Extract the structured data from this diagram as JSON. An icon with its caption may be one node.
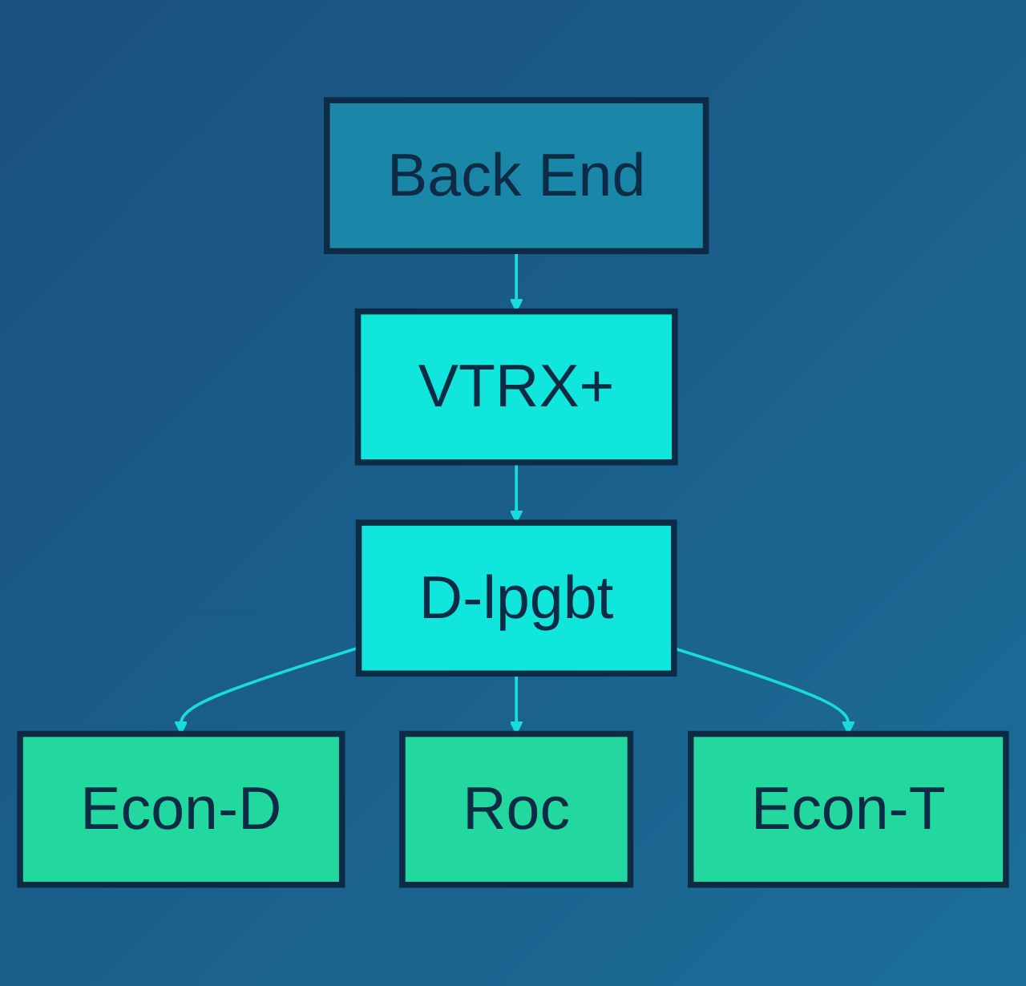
{
  "diagram": {
    "nodes": [
      {
        "text": [
          "Back End"
        ]
      },
      {
        "text": [
          "VTRX+"
        ]
      },
      {
        "text": [
          "D-lpgbt"
        ]
      },
      {
        "text": [
          "Econ-D"
        ]
      },
      {
        "text": [
          "Roc"
        ]
      },
      {
        "text": [
          "Econ-T"
        ]
      }
    ],
    "edges": [
      {
        "from": 0,
        "to": 1,
        "arrow": "to"
      },
      {
        "from": 1,
        "to": 2,
        "arrow": "to"
      },
      {
        "from": 2,
        "to": 3,
        "arrow": "to"
      },
      {
        "from": 2,
        "to": 4,
        "arrow": "to"
      },
      {
        "from": 2,
        "to": 5,
        "arrow": "to"
      }
    ]
  }
}
